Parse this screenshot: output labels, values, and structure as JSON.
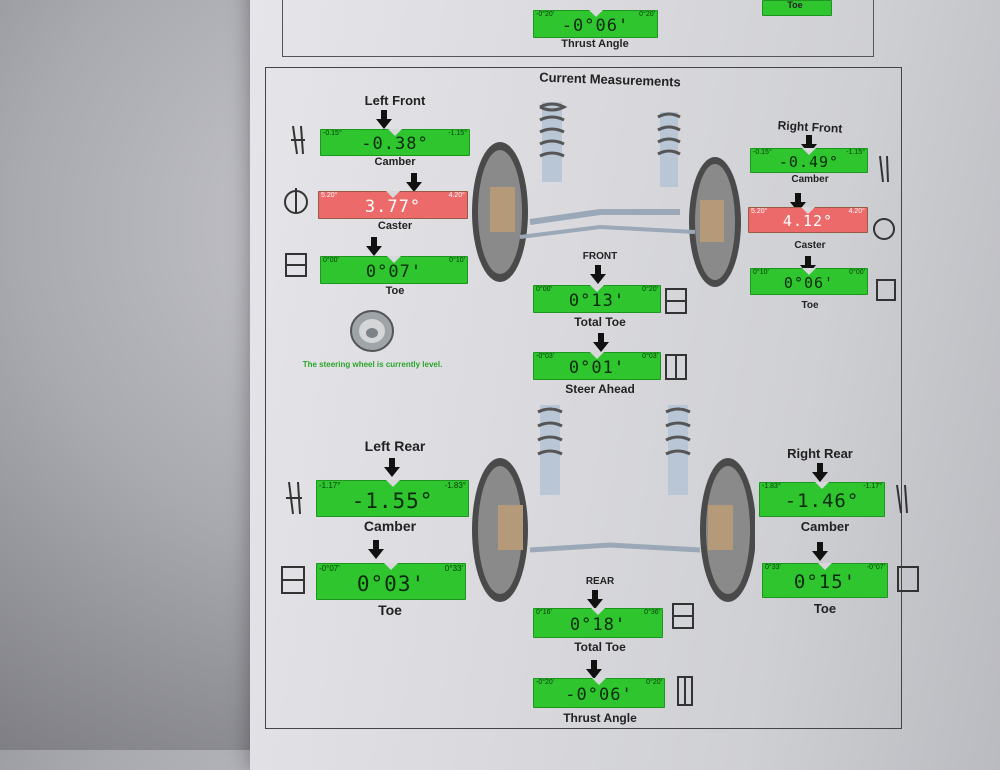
{
  "title": "Current Measurements",
  "top_partial": {
    "thrust_value": "-0°06'",
    "thrust_label": "Thrust Angle",
    "right_label": "Toe",
    "left_limit": "-0°20'",
    "right_limit": "0°20'"
  },
  "left_front": {
    "title": "Left Front",
    "camber": {
      "label": "Camber",
      "value": "-0.38°",
      "min": "-0.15°",
      "max": "-1.15°"
    },
    "caster": {
      "label": "Caster",
      "value": "3.77°",
      "min": "5.20°",
      "max": "4.20°"
    },
    "toe": {
      "label": "Toe",
      "value": "0°07'",
      "min": "0°00'",
      "max": "0°10'"
    }
  },
  "right_front": {
    "title": "Right Front",
    "camber": {
      "label": "Camber",
      "value": "-0.49°",
      "min": "-0.15°",
      "max": "-1.15°"
    },
    "caster": {
      "label": "Caster",
      "value": "4.12°",
      "min": "5.20°",
      "max": "4.20°"
    },
    "toe": {
      "label": "Toe",
      "value": "0°06'",
      "min": "0°10'",
      "max": "0°00'"
    }
  },
  "front": {
    "title": "FRONT",
    "total_toe": {
      "label": "Total Toe",
      "value": "0°13'",
      "min": "0°00'",
      "max": "0°20'"
    },
    "steer_ahead": {
      "label": "Steer Ahead",
      "value": "0°01'",
      "min": "-0°03'",
      "max": "0°03'"
    }
  },
  "steer_message": "The steering wheel is currently level.",
  "left_rear": {
    "title": "Left Rear",
    "camber": {
      "label": "Camber",
      "value": "-1.55°",
      "min": "-1.17°",
      "max": "-1.83°"
    },
    "toe": {
      "label": "Toe",
      "value": "0°03'",
      "min": "-0°07'",
      "max": "0°33'"
    }
  },
  "right_rear": {
    "title": "Right Rear",
    "camber": {
      "label": "Camber",
      "value": "-1.46°",
      "min": "-1.83°",
      "max": "-1.17°"
    },
    "toe": {
      "label": "Toe",
      "value": "0°15'",
      "min": "0°33'",
      "max": "-0°07'"
    }
  },
  "rear": {
    "title": "REAR",
    "total_toe": {
      "label": "Total Toe",
      "value": "0°18'",
      "min": "0°16'",
      "max": "0°36'"
    },
    "thrust": {
      "label": "Thrust Angle",
      "value": "-0°06'",
      "min": "-0°20'",
      "max": "0°20'"
    }
  },
  "colors": {
    "in_spec": "#2ec52e",
    "out_of_spec": "#ec6a6a"
  }
}
